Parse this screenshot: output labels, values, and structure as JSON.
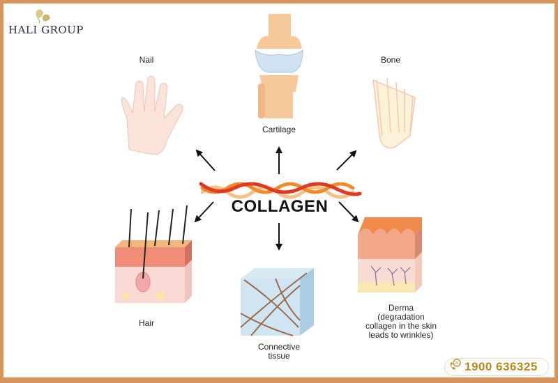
{
  "brand": {
    "name": "HALI GROUP",
    "logo_icon": "leaf-icon"
  },
  "diagram": {
    "center_label": "COLLAGEN",
    "center_icon": "collagen-triple-helix-icon",
    "nodes": [
      {
        "id": "nail",
        "label": "Nail",
        "icon": "hand-icon"
      },
      {
        "id": "cartilage",
        "label": "Cartilage",
        "icon": "knee-joint-icon"
      },
      {
        "id": "bone",
        "label": "Bone",
        "icon": "foot-bones-icon"
      },
      {
        "id": "hair",
        "label": "Hair",
        "icon": "hair-follicle-skin-icon"
      },
      {
        "id": "connective",
        "label_lines": [
          "Connective",
          "tissue"
        ],
        "icon": "connective-tissue-cube-icon"
      },
      {
        "id": "derma",
        "label_lines": [
          "Derma",
          "(degradation",
          "collagen in the skin",
          "leads to wrinkles)"
        ],
        "icon": "wrinkled-skin-icon"
      }
    ]
  },
  "hotline": {
    "icon": "phone-24-7-icon",
    "number": "1900 636325"
  },
  "colors": {
    "border": "#d9935c",
    "helix_red": "#e03a22",
    "helix_orange": "#f08a2a",
    "helix_light": "#f6c28a",
    "hotline": "#b58a1d",
    "brand_text": "#2a2f4a"
  }
}
